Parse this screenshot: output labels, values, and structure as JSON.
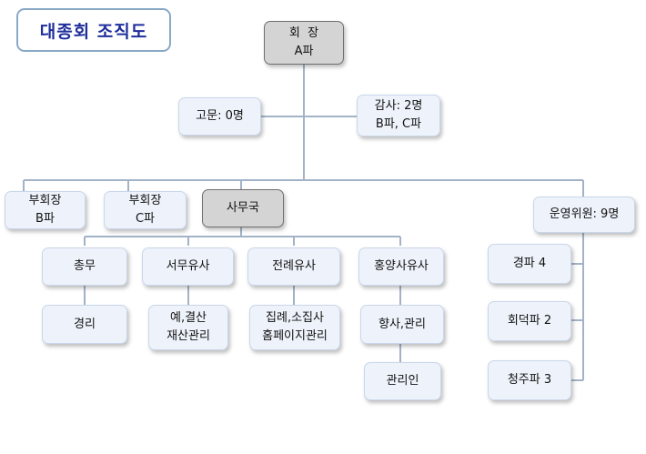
{
  "title": "대종회 조직도",
  "nodes": {
    "chairman": {
      "l1": "회  장",
      "l2": "A파"
    },
    "advisor": {
      "l1": "고문: 0명"
    },
    "auditor": {
      "l1": "감사: 2명",
      "l2": "B파, C파"
    },
    "vice1": {
      "l1": "부회장",
      "l2": "B파"
    },
    "vice2": {
      "l1": "부회장",
      "l2": "C파"
    },
    "secretariat": {
      "l1": "사무국"
    },
    "committee": {
      "l1": "운영위원: 9명"
    },
    "general": {
      "l1": "총무"
    },
    "clerk": {
      "l1": "서무유사"
    },
    "ritual": {
      "l1": "전례유사"
    },
    "heungyang": {
      "l1": "홍양사유사"
    },
    "accounting": {
      "l1": "경리"
    },
    "budget": {
      "l1": "예,결산",
      "l2": "재산관리"
    },
    "ceremony": {
      "l1": "집례,소집사",
      "l2": "홈페이지관리"
    },
    "shrine": {
      "l1": "향사,관리"
    },
    "caretaker": {
      "l1": "관리인"
    },
    "gyeong": {
      "l1": "경파 4"
    },
    "hoedeok": {
      "l1": "회덕파 2"
    },
    "cheongju": {
      "l1": "청주파 3"
    }
  },
  "colors": {
    "box_fill": "#eef3fb",
    "box_border": "#c9d6ea",
    "highlight_fill": "#d4d4d4",
    "line": "#a3b3c7",
    "title_text": "#1f2e9c"
  }
}
